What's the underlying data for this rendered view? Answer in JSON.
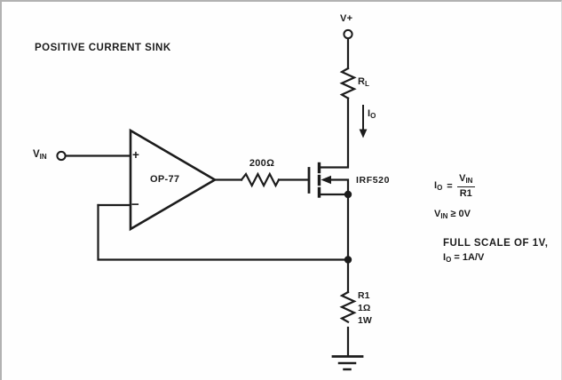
{
  "title": "POSITIVE CURRENT SINK",
  "colors": {
    "ink": "#1c1c1c",
    "paper": "#fefefe",
    "scan_edge": "#b2b2b2"
  },
  "schematic": {
    "input": {
      "base": "V",
      "sub": "IN"
    },
    "opamp": {
      "name": "OP-77",
      "plus": "+",
      "minus": "−"
    },
    "gate_resistor": {
      "value": "200Ω"
    },
    "mosfet": {
      "name": "IRF520"
    },
    "supply": {
      "label": "V+"
    },
    "load_resistor": {
      "base": "R",
      "sub": "L"
    },
    "output_current": {
      "base": "I",
      "sub": "O"
    },
    "sense_resistor": {
      "name": "R1",
      "resistance": "1Ω",
      "power": "1W"
    }
  },
  "notes": {
    "eq_io": {
      "lhs_base": "I",
      "lhs_sub": "O",
      "op": "=",
      "num_base": "V",
      "num_sub": "IN",
      "den": "R1"
    },
    "eq_vin": {
      "base": "V",
      "sub": "IN",
      "rest": "≥ 0V"
    },
    "full_scale": "FULL SCALE OF 1V,",
    "eq_scale": {
      "base": "I",
      "sub": "O",
      "rest": "= 1A/V"
    }
  }
}
